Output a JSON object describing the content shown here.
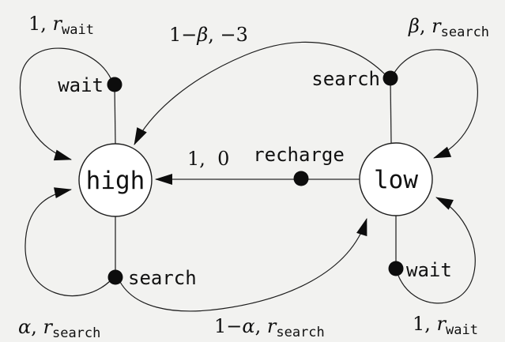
{
  "colors": {
    "background": "#f2f2f0",
    "line": "#1c1c1c",
    "node_fill": "#ffffff",
    "text": "#111111"
  },
  "states": {
    "high": "high",
    "low": "low"
  },
  "actions": {
    "wait_high": "wait",
    "search_low": "search",
    "recharge": "recharge",
    "search_high": "search",
    "wait_low": "wait"
  },
  "edge_labels": {
    "wait_high_loop": {
      "rm0": "",
      "it0": "",
      "rm1": "1, ",
      "it1": "r",
      "sub": "wait"
    },
    "search_low_to_high": {
      "rm0": "1−",
      "it0": "β",
      "rm1": ", −3",
      "it1": "",
      "sub": ""
    },
    "search_low_loop": {
      "rm0": "",
      "it0": "β",
      "rm1": ", ",
      "it1": "r",
      "sub": "search"
    },
    "recharge_edge": {
      "rm0": "",
      "it0": "",
      "rm1": "1,  0",
      "it1": "",
      "sub": ""
    },
    "search_high_loop": {
      "rm0": "",
      "it0": "α",
      "rm1": ", ",
      "it1": "r",
      "sub": "search"
    },
    "search_high_to_low": {
      "rm0": "1−",
      "it0": "α",
      "rm1": ", ",
      "it1": "r",
      "sub": "search"
    },
    "wait_low_loop": {
      "rm0": "",
      "it0": "",
      "rm1": "1, ",
      "it1": "r",
      "sub": "wait"
    }
  }
}
